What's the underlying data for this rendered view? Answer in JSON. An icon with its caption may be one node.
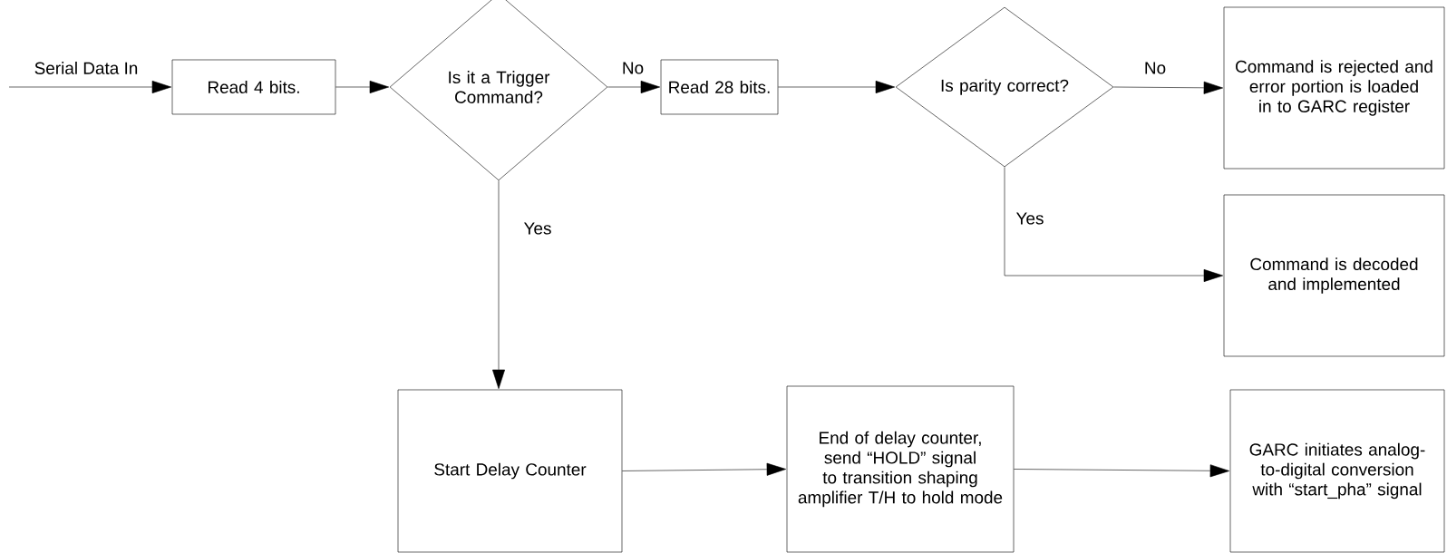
{
  "diagram": {
    "nodes": [
      {
        "text": [
          "Read 4 bits."
        ]
      },
      {
        "text": [
          "Is it a Trigger Command?"
        ]
      },
      {
        "text": [
          "Read 28 bits."
        ]
      },
      {
        "text": [
          "Is parity correct?"
        ]
      },
      {
        "text": [
          "Command is rejected and error portion is loaded in to GARC register"
        ]
      },
      {
        "text": [
          "Command is decoded and implemented"
        ]
      },
      {
        "text": [
          "Start Delay Counter"
        ]
      },
      {
        "text": [
          "End of delay counter, send “HOLD” signal to transition shaping amplifier T/H to hold mode"
        ]
      },
      {
        "text": [
          "GARC initiates analog-to-digital conversion with “start_pha” signal"
        ]
      }
    ],
    "edges": [
      {
        "from": null,
        "to": 0,
        "arrow": "to",
        "label": "Serial Data In"
      },
      {
        "from": 0,
        "to": 1,
        "arrow": "to"
      },
      {
        "from": 1,
        "to": 2,
        "arrow": "to",
        "label": "No"
      },
      {
        "from": 1,
        "to": 6,
        "arrow": "to",
        "label": "Yes"
      },
      {
        "from": 2,
        "to": 3,
        "arrow": "to"
      },
      {
        "from": 3,
        "to": 4,
        "arrow": "to",
        "label": "No"
      },
      {
        "from": 3,
        "to": 5,
        "arrow": "to",
        "label": "Yes"
      },
      {
        "from": 6,
        "to": 7,
        "arrow": "to"
      },
      {
        "from": 7,
        "to": 8,
        "arrow": "to"
      }
    ]
  }
}
